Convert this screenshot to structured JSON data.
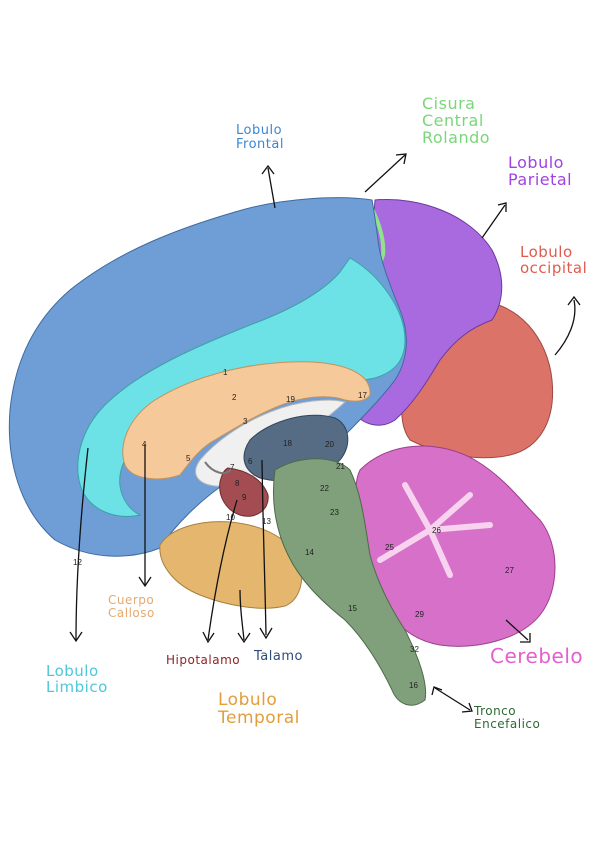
{
  "labels": {
    "lobulo_frontal": [
      "Lobulo",
      "Frontal"
    ],
    "cisura_central": [
      "Cisura",
      "Central",
      "Rolando"
    ],
    "lobulo_parietal": [
      "Lobulo",
      "Parietal"
    ],
    "lobulo_occipital": [
      "Lobulo",
      "occipital"
    ],
    "cerebelo": [
      "Cerebelo"
    ],
    "tronco_encefalico": [
      "Tronco",
      "Encefalico"
    ],
    "lobulo_temporal": [
      "Lobulo",
      "Temporal"
    ],
    "talamo": [
      "Talamo"
    ],
    "hipotalamo": [
      "Hipotalamo"
    ],
    "cuerpo_calloso": [
      "Cuerpo",
      "Calloso"
    ],
    "lobulo_limbico": [
      "Lobulo",
      "Limbico"
    ]
  },
  "numbers": [
    "1",
    "2",
    "3",
    "4",
    "5",
    "6",
    "7",
    "8",
    "9",
    "10",
    "12",
    "13",
    "14",
    "15",
    "16",
    "17",
    "18",
    "19",
    "20",
    "21",
    "22",
    "23",
    "25",
    "26",
    "27",
    "29",
    "32"
  ],
  "colors": {
    "frontal": "#6f9ed6",
    "limbic": "#6de2e6",
    "callosum": "#f6c99a",
    "parietal": "#a96ae0",
    "occipital": "#dc7368",
    "temporal": "#e4b66e",
    "brainstem": "#7fa07a",
    "cerebellum": "#d770c8",
    "thalamus": "#556c84",
    "hypothalamus": "#a34d52",
    "central_sulcus": "#8ee48a",
    "label_frontal": "#3b86d6",
    "label_cisura": "#7ad67a",
    "label_parietal": "#a043e0",
    "label_occipital": "#e05b4f",
    "label_cerebelo": "#e45fd0",
    "label_tronco": "#2d6b34",
    "label_temporal": "#e39d3a",
    "label_talamo": "#2c4d78",
    "label_hipotalamo": "#8f2228",
    "label_calloso": "#e6a970",
    "label_limbico": "#4ec8d8"
  }
}
